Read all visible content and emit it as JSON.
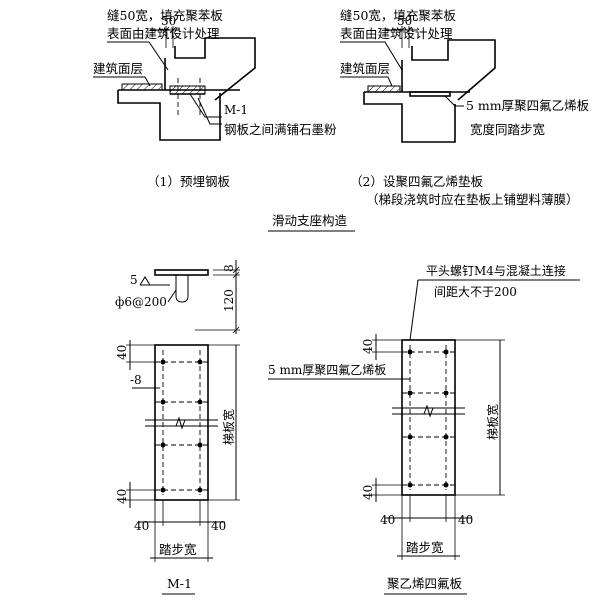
{
  "section_top": {
    "caption": "滑动支座构造",
    "detail1": {
      "note_gap": "缝50宽，填充聚苯板",
      "note_surface": "表面由建筑设计处理",
      "dim_gap": "50",
      "label_finish": "建筑面层",
      "label_part": "M-1",
      "label_fill": "钢板之间满铺石墨粉",
      "caption": "（1）预埋钢板"
    },
    "detail2": {
      "note_gap": "缝50宽，填充聚苯板",
      "note_surface": "表面由建筑设计处理",
      "dim_gap": "50",
      "label_finish": "建筑面层",
      "label_pad": "5 mm厚聚四氟乙烯板",
      "label_width": "宽度同踏步宽",
      "caption": "（2）设聚四氟乙烯垫板",
      "caption_note": "（梯段浇筑时应在垫板上铺塑料薄膜）"
    }
  },
  "section_bottom": {
    "m1": {
      "caption": "M-1",
      "weld_size": "5",
      "bar_spec": "ф6@200",
      "plate_thickness": "-8",
      "dim_thk": "8",
      "dim_anchor": "120",
      "dim_edge_top": "40",
      "dim_edge_bottom": "40",
      "dim_left": "40",
      "dim_right": "40",
      "dim_length": "梯板宽",
      "dim_width": "踏步宽"
    },
    "ptfe": {
      "caption": "聚乙烯四氟板",
      "label_screw": "平头螺钉M4与混凝土连接",
      "label_spacing": "间距大不于200",
      "label_pad": "5 mm厚聚四氟乙烯板",
      "dim_edge_top": "40",
      "dim_edge_bottom": "40",
      "dim_left": "40",
      "dim_right": "40",
      "dim_length": "梯板宽",
      "dim_width": "踏步宽"
    }
  }
}
